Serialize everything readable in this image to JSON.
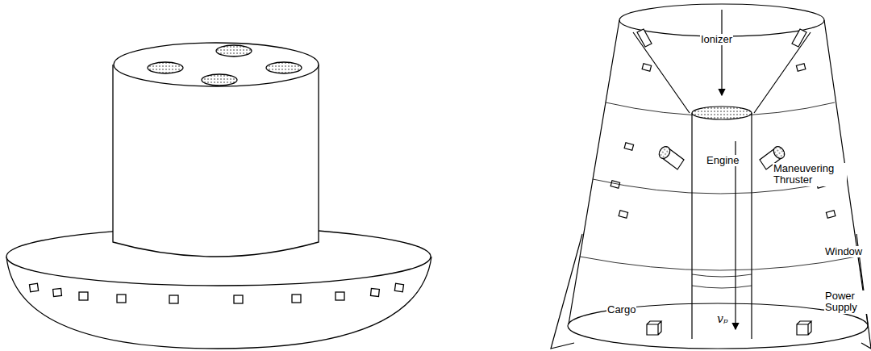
{
  "diagram": {
    "labels": [
      "Ionizer",
      "Engine",
      "Maneuvering Thruster",
      "Window",
      "Power Supply",
      "Cargo",
      "vₚ"
    ]
  }
}
